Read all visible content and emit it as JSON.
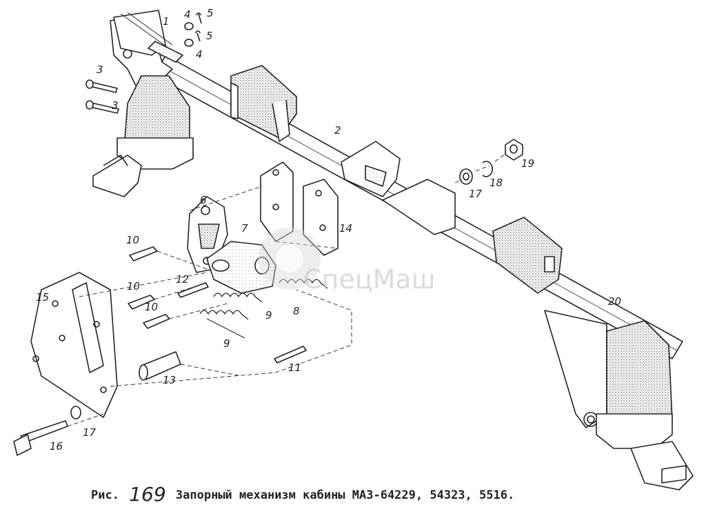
{
  "caption": {
    "prefix": "Рис.",
    "number": "169",
    "text": "Запорный механизм кабины МАЗ-64229, 54323, 5516."
  },
  "watermark": "СпецМаш",
  "callouts": [
    "1",
    "2",
    "3",
    "3",
    "4",
    "4",
    "5",
    "5",
    "6",
    "7",
    "8",
    "9",
    "9",
    "10",
    "10",
    "10",
    "11",
    "12",
    "13",
    "14",
    "15",
    "16",
    "17",
    "17",
    "18",
    "19",
    "20"
  ]
}
